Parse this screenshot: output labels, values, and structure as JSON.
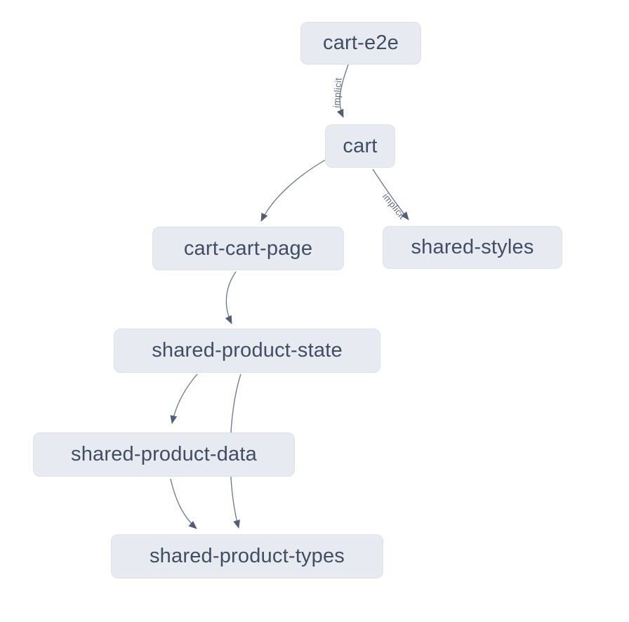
{
  "graph": {
    "type": "dependency-graph",
    "nodes": [
      {
        "id": "cart-e2e",
        "label": "cart-e2e"
      },
      {
        "id": "cart",
        "label": "cart"
      },
      {
        "id": "cart-cart-page",
        "label": "cart-cart-page"
      },
      {
        "id": "shared-styles",
        "label": "shared-styles"
      },
      {
        "id": "shared-product-state",
        "label": "shared-product-state"
      },
      {
        "id": "shared-product-data",
        "label": "shared-product-data"
      },
      {
        "id": "shared-product-types",
        "label": "shared-product-types"
      }
    ],
    "edges": [
      {
        "from": "cart-e2e",
        "to": "cart",
        "label": "implicit"
      },
      {
        "from": "cart",
        "to": "cart-cart-page",
        "label": ""
      },
      {
        "from": "cart",
        "to": "shared-styles",
        "label": "implicit"
      },
      {
        "from": "cart-cart-page",
        "to": "shared-product-state",
        "label": ""
      },
      {
        "from": "shared-product-state",
        "to": "shared-product-data",
        "label": ""
      },
      {
        "from": "shared-product-state",
        "to": "shared-product-types",
        "label": ""
      },
      {
        "from": "shared-product-data",
        "to": "shared-product-types",
        "label": ""
      }
    ],
    "colors": {
      "background": "#ffffff",
      "node_fill": "#e7eaf1",
      "node_border": "#dce1ea",
      "node_text": "#414d63",
      "edge_stroke": "#6b7590",
      "arrow_fill": "#525e78",
      "edge_label_text": "#5f6980"
    }
  }
}
